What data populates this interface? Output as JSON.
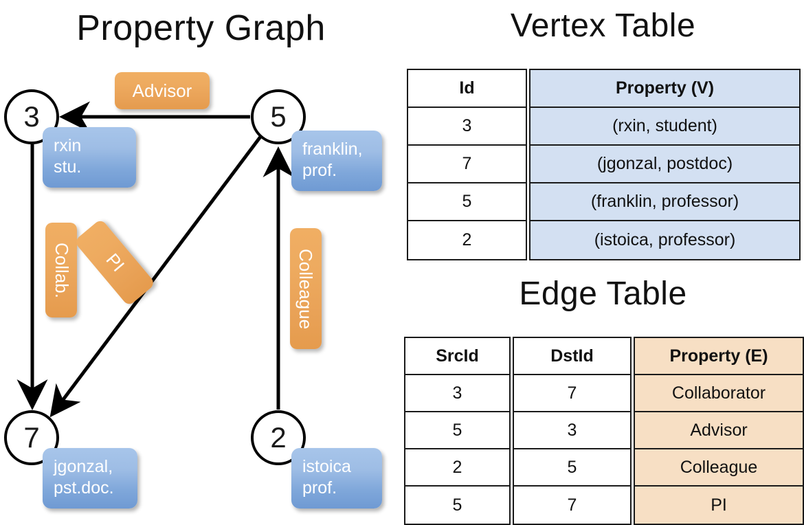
{
  "titles": {
    "property_graph": "Property Graph",
    "vertex_table": "Vertex Table",
    "edge_table": "Edge Table"
  },
  "graph": {
    "nodes": [
      {
        "id": "3",
        "label": "3",
        "property": "rxin\nstu.",
        "property_line1": "rxin",
        "property_line2": "stu."
      },
      {
        "id": "5",
        "label": "5",
        "property": "franklin,\nprof.",
        "property_line1": "franklin,",
        "property_line2": "prof."
      },
      {
        "id": "7",
        "label": "7",
        "property": "jgonzal,\npst.doc.",
        "property_line1": "jgonzal,",
        "property_line2": "pst.doc."
      },
      {
        "id": "2",
        "label": "2",
        "property": "istoica\nprof.",
        "property_line1": "istoica",
        "property_line2": "prof."
      }
    ],
    "edge_labels": [
      {
        "name": "advisor",
        "text": "Advisor"
      },
      {
        "name": "collab",
        "text": "Collab."
      },
      {
        "name": "pi",
        "text": "PI"
      },
      {
        "name": "colleague",
        "text": "Colleague"
      }
    ],
    "edges": [
      {
        "src": "5",
        "dst": "3",
        "label": "Advisor"
      },
      {
        "src": "3",
        "dst": "7",
        "label": "Collab."
      },
      {
        "src": "5",
        "dst": "7",
        "label": "PI"
      },
      {
        "src": "2",
        "dst": "5",
        "label": "Colleague"
      }
    ]
  },
  "vertex_table": {
    "headers": [
      "Id",
      "Property (V)"
    ],
    "rows": [
      {
        "id": "3",
        "property": "(rxin, student)"
      },
      {
        "id": "7",
        "property": "(jgonzal, postdoc)"
      },
      {
        "id": "5",
        "property": "(franklin, professor)"
      },
      {
        "id": "2",
        "property": "(istoica, professor)"
      }
    ]
  },
  "edge_table": {
    "headers": [
      "SrcId",
      "DstId",
      "Property (E)"
    ],
    "rows": [
      {
        "src": "3",
        "dst": "7",
        "property": "Collaborator"
      },
      {
        "src": "5",
        "dst": "3",
        "property": "Advisor"
      },
      {
        "src": "2",
        "dst": "5",
        "property": "Colleague"
      },
      {
        "src": "5",
        "dst": "7",
        "property": "PI"
      }
    ]
  },
  "colors": {
    "vertex_property_fill": "#d3e0f2",
    "edge_property_fill": "#f7dfc4",
    "node_property_box": "#7fa7da",
    "edge_label_box": "#eaa357",
    "stroke": "#1a1a1a"
  }
}
